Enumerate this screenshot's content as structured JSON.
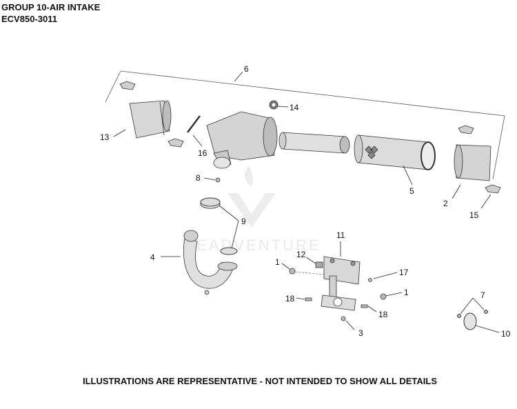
{
  "header": {
    "line1": "GROUP 10-AIR INTAKE",
    "line2": "ECV850-3011"
  },
  "watermark": "LEADVENTURE",
  "footer": "ILLUSTRATIONS ARE REPRESENTATIVE - NOT INTENDED TO SHOW ALL DETAILS",
  "callouts": [
    "6",
    "14",
    "13",
    "16",
    "8",
    "5",
    "2",
    "15",
    "9",
    "11",
    "4",
    "12",
    "1",
    "17",
    "18",
    "1",
    "7",
    "18",
    "3",
    "10"
  ],
  "colors": {
    "line": "#333333",
    "fill": "#d4d4d4",
    "dark": "#888888"
  }
}
